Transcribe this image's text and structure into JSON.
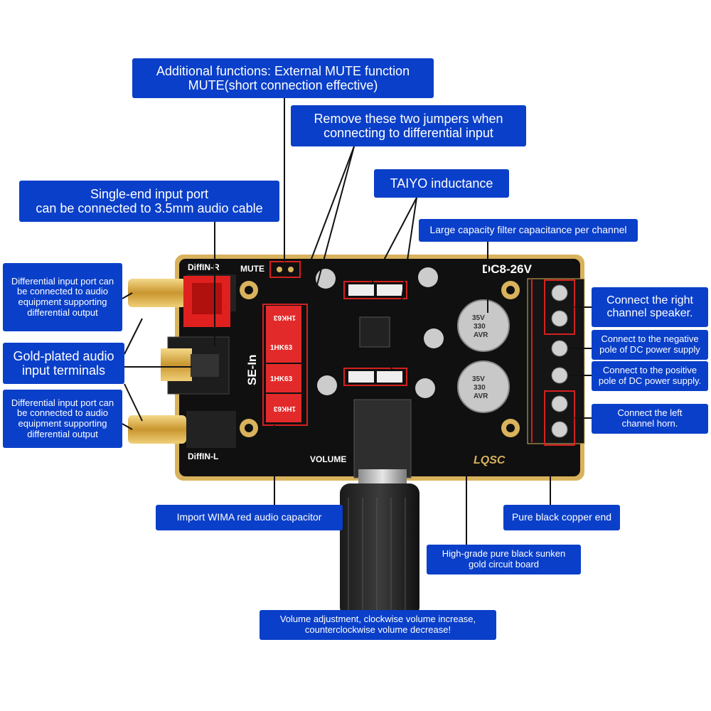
{
  "callouts": {
    "mute": [
      "Additional functions: External MUTE function",
      "MUTE(short connection effective)"
    ],
    "jumpers": [
      "Remove these two jumpers when",
      "connecting to differential input"
    ],
    "taiyo": [
      "TAIYO inductance"
    ],
    "single_end": [
      "Single-end input port",
      "can be connected to 3.5mm audio cable"
    ],
    "filter_cap": [
      "Large capacity filter capacitance per channel"
    ],
    "diff_r": [
      "Differential input port can",
      "be connected to audio",
      "equipment supporting",
      "differential output"
    ],
    "gold_plated": [
      "Gold-plated audio",
      "input terminals"
    ],
    "diff_l": [
      "Differential input port can",
      "be connected to audio",
      "equipment supporting",
      "differential output"
    ],
    "right_speaker": [
      "Connect the right",
      "channel speaker."
    ],
    "neg_pole": [
      "Connect to the negative",
      "pole of DC power supply"
    ],
    "pos_pole": [
      "Connect to the positive",
      "pole of DC power supply."
    ],
    "left_horn": [
      "Connect the left",
      "channel horn."
    ],
    "wima": [
      "Import WIMA red audio capacitor"
    ],
    "copper_end": [
      "Pure black copper end"
    ],
    "circuit_board": [
      "High-grade pure black sunken",
      "gold circuit board"
    ],
    "volume_adj": [
      "Volume adjustment, clockwise volume increase,",
      "counterclockwise volume decrease!"
    ]
  },
  "board_silkscreen": {
    "diffin_r": "DiffIN-R",
    "mute": "MUTE",
    "dc": "DC8-26V",
    "se_in": "SE-In",
    "diffin_l": "DiffIN-L",
    "volume": "VOLUME",
    "brand": "LQSC",
    "cap_code": "1HK63",
    "elec_cap": [
      "35V",
      "330",
      "AVR"
    ]
  },
  "colors": {
    "label_bg": "#0a3fc9",
    "board": "#101010",
    "gold": "#d9b25c",
    "highlight": "#d42020"
  }
}
